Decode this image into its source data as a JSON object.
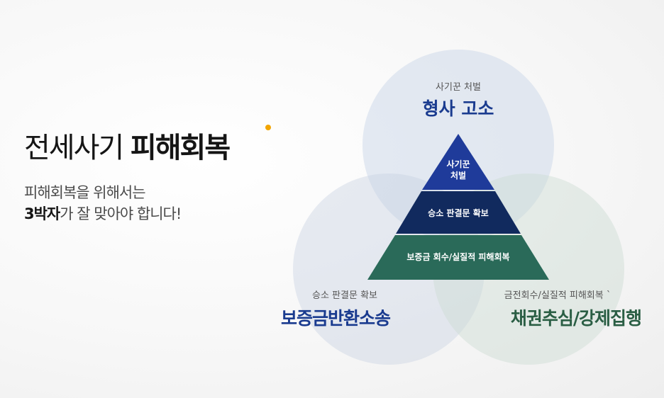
{
  "headline": {
    "light": "전세사기 ",
    "bold": "피해회복"
  },
  "subtitle": {
    "line1": "피해회복을 위해서는",
    "line2_bold": "3박자",
    "line2_rest": "가 잘 맞아야 합니다!"
  },
  "circles": {
    "top": {
      "caption": "사기꾼 처벌",
      "title": "형사 고소"
    },
    "left": {
      "caption": "승소 판결문 확보",
      "title": "보증금반환소송"
    },
    "right": {
      "caption": "금전회수/실질적 피해회복 `",
      "title": "채권추심/강제집행"
    }
  },
  "pyramid": {
    "top_line1": "사기꾼",
    "top_line2": "처벌",
    "middle": "승소 판결문 확보",
    "bottom": "보증금 회수/실질적 피해회복"
  },
  "colors": {
    "accent_dot": "#f2a500",
    "pyramid_top": "#1f3b9a",
    "pyramid_middle": "#112a5e",
    "pyramid_bottom": "#2a6a59",
    "title_blue": "#1a3b8f",
    "title_green": "#2a5e44"
  }
}
